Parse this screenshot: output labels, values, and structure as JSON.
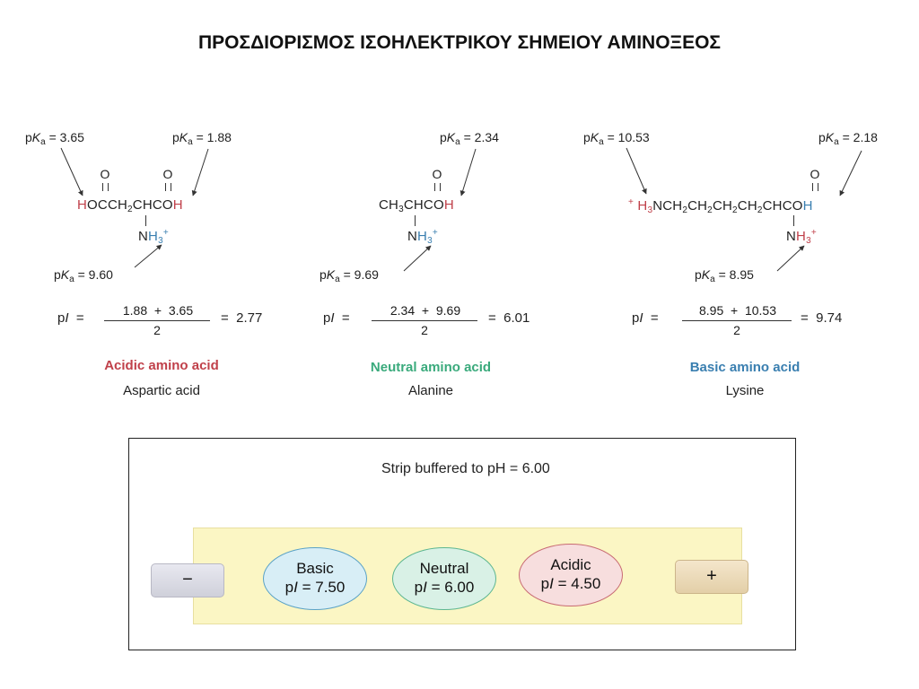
{
  "title": "ΠΡΟΣΔΙΟΡΙΣΜΟΣ ΙΣΟΗΛΕΚΤΡΙΚΟΥ ΣΗΜΕΙΟΥ ΑΜΙΝΟΞΕΟΣ",
  "aspartic": {
    "pka_side": "3.65",
    "pka_cooh": "1.88",
    "pka_amine": "9.60",
    "pi_num_a": "1.88",
    "pi_num_b": "3.65",
    "pi_den": "2",
    "pi_result": "2.77",
    "class_label": "Acidic amino acid",
    "name": "Aspartic acid"
  },
  "alanine": {
    "pka_cooh": "2.34",
    "pka_amine": "9.69",
    "pi_num_a": "2.34",
    "pi_num_b": "9.69",
    "pi_den": "2",
    "pi_result": "6.01",
    "class_label": "Neutral amino acid",
    "name": "Alanine"
  },
  "lysine": {
    "pka_side": "10.53",
    "pka_cooh": "2.18",
    "pka_amine": "8.95",
    "pi_num_a": "8.95",
    "pi_num_b": "10.53",
    "pi_den": "2",
    "pi_result": "9.74",
    "class_label": "Basic amino acid",
    "name": "Lysine"
  },
  "electrophoresis": {
    "caption": "Strip buffered to pH = 6.00",
    "negative": "−",
    "positive": "+",
    "basic_label": "Basic",
    "basic_pi": "7.50",
    "neutral_label": "Neutral",
    "neutral_pi": "6.00",
    "acidic_label": "Acidic",
    "acidic_pi": "4.50"
  },
  "colors": {
    "acidic": "#c0404a",
    "neutral": "#3aaa7c",
    "basic": "#3a7fb0"
  }
}
